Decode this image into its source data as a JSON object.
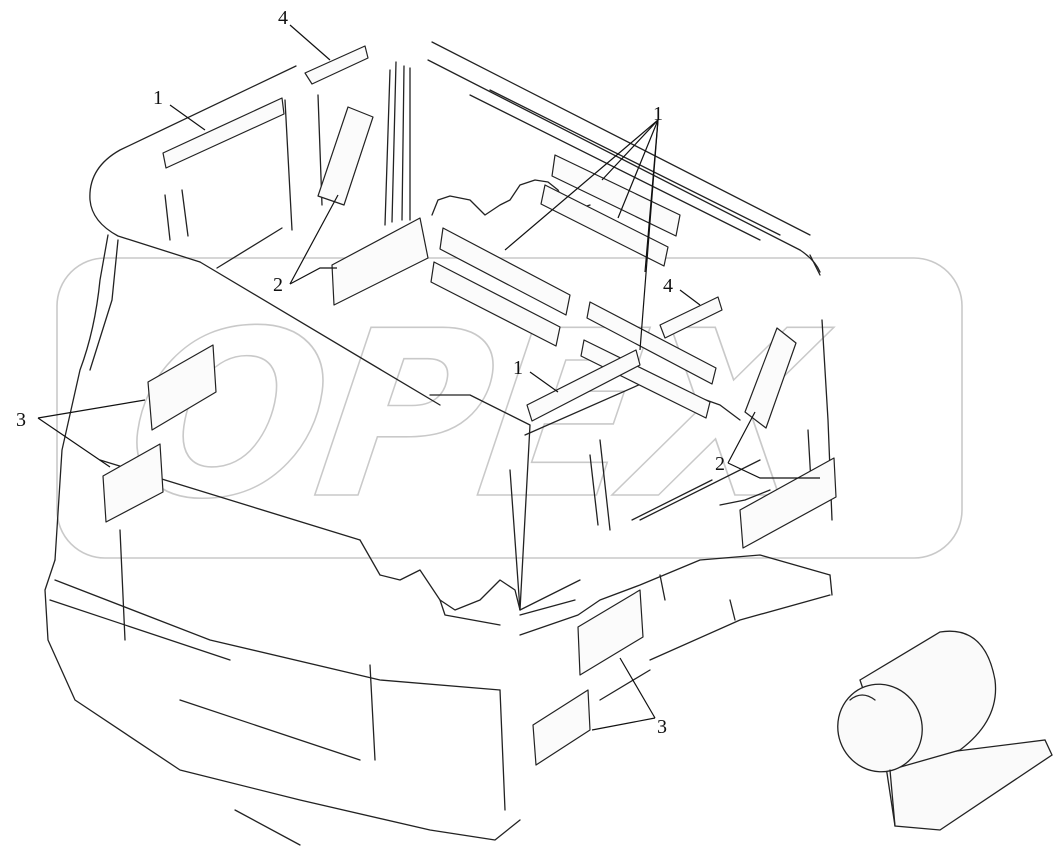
{
  "callouts": {
    "c1_top_left": "1",
    "c1_top_right": "1",
    "c1_center": "1",
    "c2_left": "2",
    "c2_right": "2",
    "c3_left": "3",
    "c3_bottom": "3",
    "c4_top": "4",
    "c4_right": "4"
  },
  "watermark": {
    "text": "OPEX"
  },
  "colors": {
    "line": "#222222",
    "watermark": "#c9c9c9",
    "background": "#ffffff"
  }
}
